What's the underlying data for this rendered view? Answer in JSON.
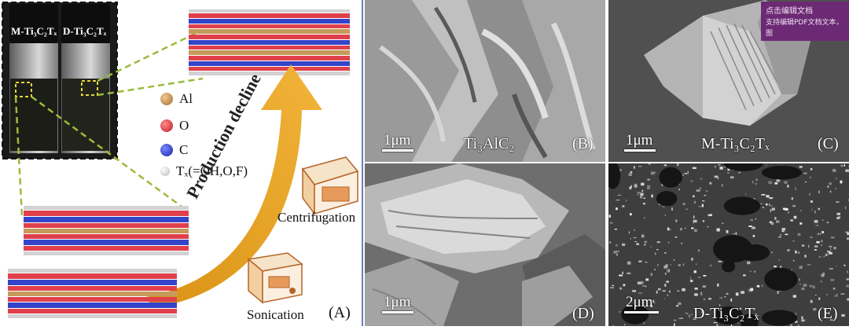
{
  "panelA": {
    "vial_left_label": "M-Ti₃C₂Tₓ",
    "vial_right_label": "D-Ti₃C₂Tₓ",
    "legend": [
      {
        "label": "Al",
        "color": "#c08a4a"
      },
      {
        "label": "O",
        "color": "#e0303c"
      },
      {
        "label": "C",
        "color": "#2f3fcf"
      },
      {
        "label": "Tₓ(=OH,O,F)",
        "color": "#e8e8e8"
      }
    ],
    "arrow_text": "Production decline",
    "centrifugation_label": "Centrifugation",
    "sonication_label": "Sonication",
    "letter": "(A)"
  },
  "panels": [
    {
      "letter": "(B)",
      "caption": "Ti₃AlC₂",
      "scale": "1μm"
    },
    {
      "letter": "(C)",
      "caption": "M-Ti₃C₂Tₓ",
      "scale": "1μm"
    },
    {
      "letter": "(D)",
      "caption": "",
      "scale": "1μm"
    },
    {
      "letter": "(E)",
      "caption": "D-Ti₃C₂Tₓ",
      "scale": "2μm"
    }
  ],
  "watermark": {
    "line1": "点击编辑文档",
    "line2": "支持编辑PDF文档文本，图"
  }
}
